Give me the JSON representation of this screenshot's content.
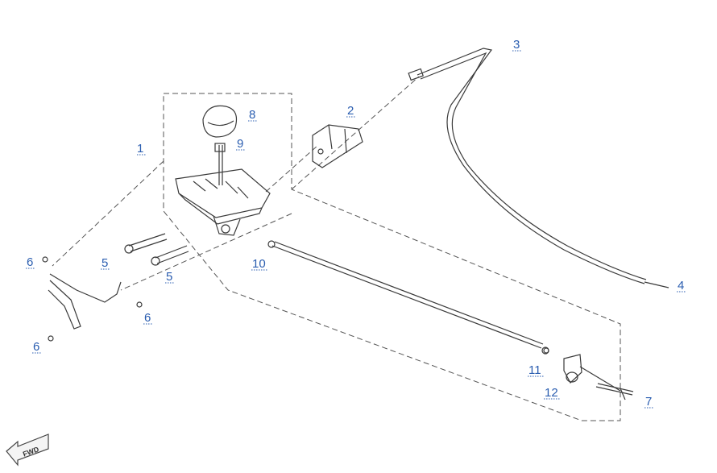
{
  "callouts": {
    "c1": "1",
    "c2": "2",
    "c3": "3",
    "c4": "4",
    "c5a": "5",
    "c5b": "5",
    "c6a": "6",
    "c6b": "6",
    "c6c": "6",
    "c7": "7",
    "c8": "8",
    "c9": "9",
    "c10": "10",
    "c11": "11",
    "c12": "12"
  },
  "fwd_badge": "FWD",
  "colors": {
    "callout": "#2a5db0",
    "line": "#3a3a3a"
  }
}
